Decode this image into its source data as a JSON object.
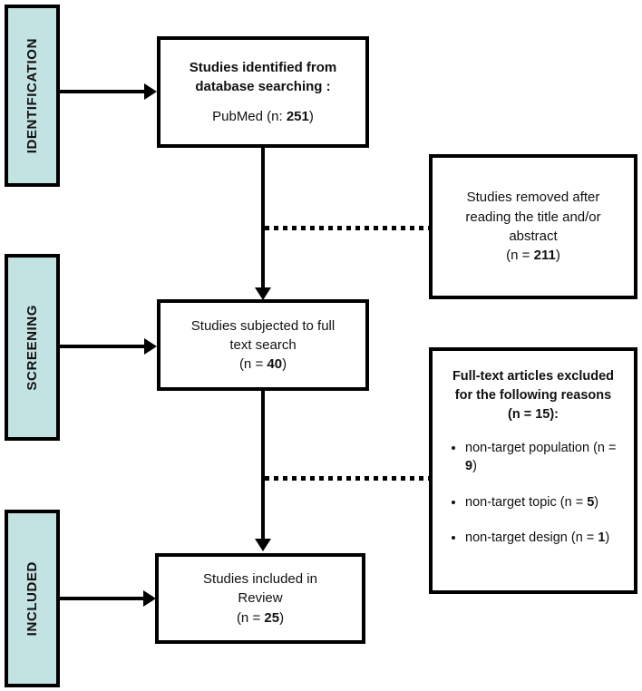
{
  "diagram": {
    "title": "PRISMA study selection flow diagram",
    "accent_color": "#c3e3e2",
    "line_color": "#000000",
    "background_color": "#ffffff"
  },
  "stages": [
    {
      "label": "IDENTIFICATION"
    },
    {
      "label": "SCREENING"
    },
    {
      "label": "INCLUDED"
    }
  ],
  "boxes": {
    "identified": {
      "line1": "Studies identified from",
      "line2": "database searching :",
      "line3_prefix": "PubMed (n: ",
      "line3_value": "251",
      "line3_suffix": ")"
    },
    "fulltext_search": {
      "line1": "Studies subjected to full",
      "line2": "text search",
      "line3_prefix": "(n = ",
      "line3_value": "40",
      "line3_suffix": ")"
    },
    "included": {
      "line1": "Studies included in",
      "line2": "Review",
      "line3_prefix": "(n = ",
      "line3_value": "25",
      "line3_suffix": ")"
    },
    "removed_title_abstract": {
      "line1": "Studies removed after",
      "line2": "reading the title and/or",
      "line3": "abstract",
      "line4_prefix": "(n = ",
      "line4_value": "211",
      "line4_suffix": ")"
    },
    "excluded_fulltext": {
      "head_line1": "Full-text articles excluded",
      "head_line2": "for the following reasons",
      "head_line3_prefix": "(n = ",
      "head_line3_value": "15",
      "head_line3_suffix": "):",
      "reasons": [
        {
          "text_before": "non-target population (n = ",
          "value": "9",
          "text_after": ")"
        },
        {
          "text_before": "non-target topic (n = ",
          "value": "5",
          "text_after": ")"
        },
        {
          "text_before": "non-target design (n = ",
          "value": "1",
          "text_after": ")"
        }
      ]
    }
  }
}
